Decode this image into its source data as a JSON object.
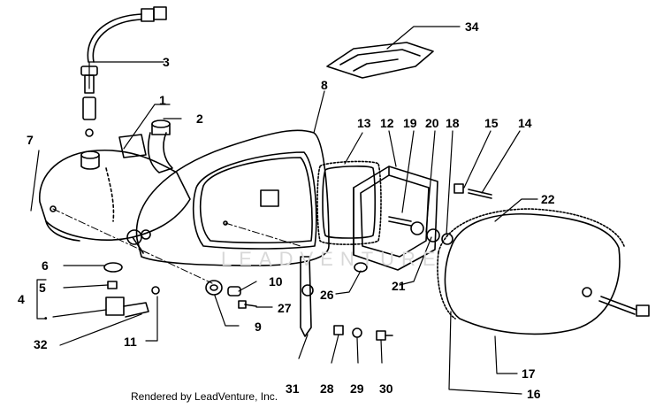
{
  "credit": "Rendered by LeadVenture, Inc.",
  "watermark": "LEADVENTURE",
  "callouts": [
    "1",
    "2",
    "3",
    "4",
    "5",
    "6",
    "7",
    "8",
    "9",
    "10",
    "11",
    "12",
    "13",
    "14",
    "15",
    "16",
    "17",
    "18",
    "19",
    "20",
    "21",
    "22",
    "26",
    "27",
    "28",
    "29",
    "30",
    "31",
    "32",
    "34"
  ],
  "bracket_dot": "•"
}
